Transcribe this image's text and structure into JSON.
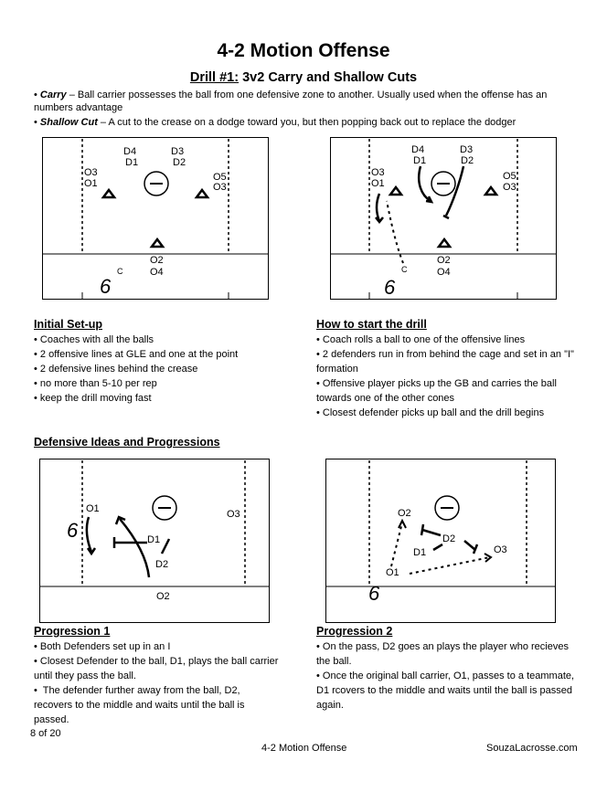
{
  "title": "4-2 Motion Offense",
  "subtitle": {
    "drill_number": "Drill #1:",
    "drill_name": " 3v2 Carry and Shallow Cuts"
  },
  "definitions": [
    {
      "term": "Carry",
      "text": " – Ball carrier possesses the ball from one defensive zone to another.  Usually used when the offense has an numbers advantage"
    },
    {
      "term": "Shallow Cut",
      "text": " – A cut to the crease on a dodge toward you, but then popping back out to replace the dodger"
    }
  ],
  "diagram_labels": {
    "d4": "D4",
    "d3": "D3",
    "d1": "D1",
    "d2": "D2",
    "o3": "O3",
    "o1": "O1",
    "o5": "O5",
    "o2": "O2",
    "o4": "O4",
    "c": "C",
    "coach": "6"
  },
  "initial_setup": {
    "heading": "Initial Set-up",
    "items": [
      "Coaches with all the balls",
      "2 offensive lines at GLE and one at the point",
      "2 defensive lines behind the crease",
      "no more than 5-10 per rep",
      "keep the drill moving fast"
    ]
  },
  "how_to_start": {
    "heading": "How to start the drill",
    "items": [
      "Coach rolls a ball to one of the offensive lines",
      "2 defenders run in from behind the cage and set in an \"I\" formation",
      "Offensive player picks up the GB and carries the ball towards one of the other cones",
      "Closest defender picks up ball and the drill begins"
    ]
  },
  "defensive_ideas": {
    "heading": "Defensive Ideas and Progressions"
  },
  "progression1": {
    "heading": "Progression 1",
    "items": [
      "Both Defenders set up in an I",
      "Closest Defender to the ball, D1, plays the ball carrier until they pass the ball.",
      " The defender further away from the ball, D2, recovers to the middle and waits until the ball is passed."
    ]
  },
  "progression2": {
    "heading": "Progression 2",
    "items": [
      "On the pass, D2 goes an plays the player who recieves the ball.",
      "Once the original ball carrier, O1, passes to a teammate, D1 rcovers to the middle and waits until the ball is passed again."
    ]
  },
  "footer": {
    "page": "8 of 20",
    "center": "4-2 Motion Offense",
    "right": "SouzaLacrosse.com"
  }
}
